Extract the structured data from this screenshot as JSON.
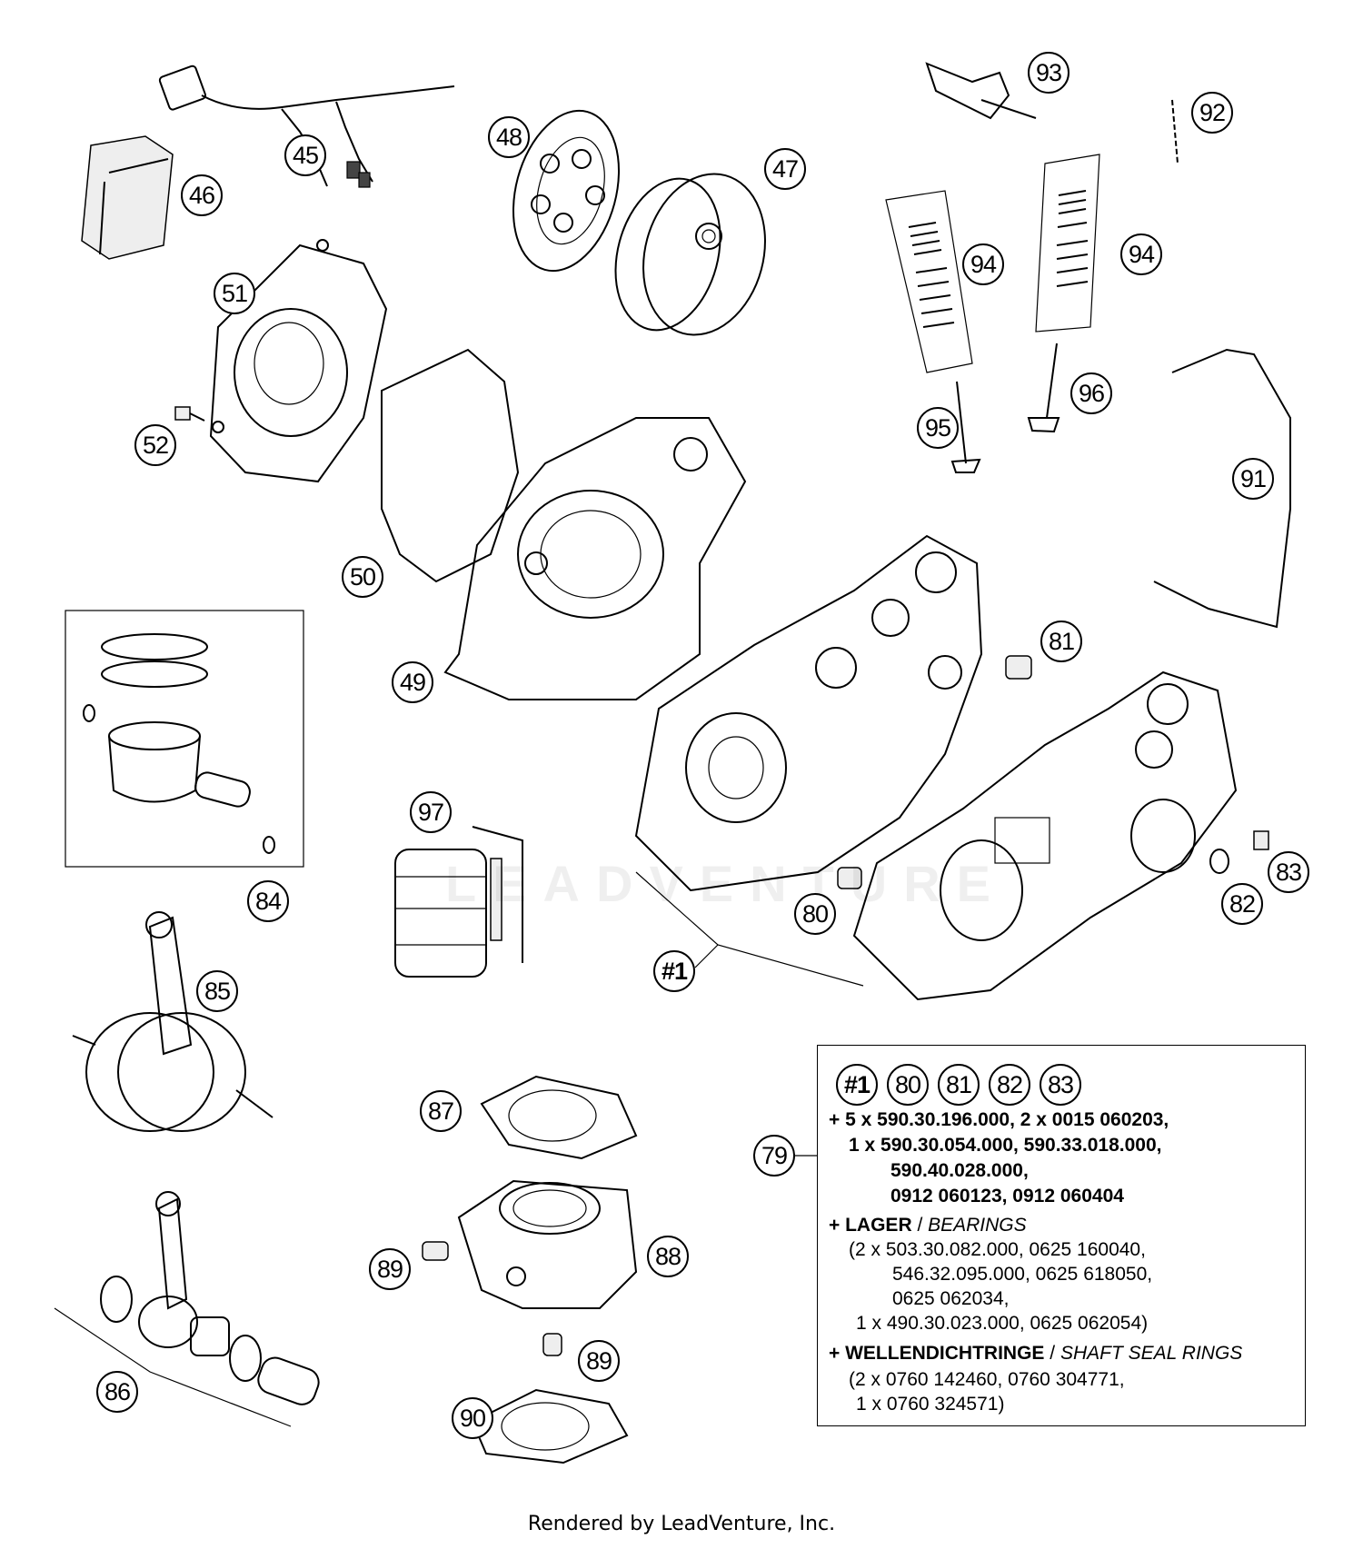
{
  "diagram": {
    "watermark": "LEADVENTURE",
    "callouts": [
      {
        "id": "45",
        "label": "45"
      },
      {
        "id": "46",
        "label": "46"
      },
      {
        "id": "47",
        "label": "47"
      },
      {
        "id": "48",
        "label": "48"
      },
      {
        "id": "49",
        "label": "49"
      },
      {
        "id": "50",
        "label": "50"
      },
      {
        "id": "51",
        "label": "51"
      },
      {
        "id": "52",
        "label": "52"
      },
      {
        "id": "79",
        "label": "79"
      },
      {
        "id": "80",
        "label": "80"
      },
      {
        "id": "81",
        "label": "81"
      },
      {
        "id": "82",
        "label": "82"
      },
      {
        "id": "83",
        "label": "83"
      },
      {
        "id": "84",
        "label": "84"
      },
      {
        "id": "85",
        "label": "85"
      },
      {
        "id": "86",
        "label": "86"
      },
      {
        "id": "87",
        "label": "87"
      },
      {
        "id": "88",
        "label": "88"
      },
      {
        "id": "89a",
        "label": "89"
      },
      {
        "id": "89b",
        "label": "89"
      },
      {
        "id": "90",
        "label": "90"
      },
      {
        "id": "91",
        "label": "91"
      },
      {
        "id": "92",
        "label": "92"
      },
      {
        "id": "93",
        "label": "93"
      },
      {
        "id": "94a",
        "label": "94"
      },
      {
        "id": "94b",
        "label": "94"
      },
      {
        "id": "95",
        "label": "95"
      },
      {
        "id": "96",
        "label": "96"
      },
      {
        "id": "97",
        "label": "97"
      },
      {
        "id": "h1",
        "label": "#1"
      }
    ]
  },
  "legend": {
    "header": [
      "#1",
      "80",
      "81",
      "82",
      "83"
    ],
    "lines": [
      {
        "plus": "+",
        "bold": "5 x 590.30.196.000, 2 x 0015 060203,"
      },
      {
        "bold": "1 x 590.30.054.000, 590.33.018.000,"
      },
      {
        "bold": "590.40.028.000,"
      },
      {
        "bold": "0912 060123, 0912 060404"
      },
      {
        "plus": "+",
        "bold": "LAGER",
        "sep": " / ",
        "italic": "BEARINGS"
      },
      {
        "normal": "(2 x 503.30.082.000, 0625 160040,"
      },
      {
        "normal": "546.32.095.000, 0625 618050,"
      },
      {
        "normal": "0625 062034,"
      },
      {
        "normal": "1 x 490.30.023.000, 0625 062054)"
      },
      {
        "plus": "+",
        "bold": "WELLENDICHTRINGE",
        "sep": " / ",
        "italic": "SHAFT SEAL RINGS"
      },
      {
        "normal": "(2 x 0760 142460, 0760 304771,"
      },
      {
        "normal": "1 x 0760 324571)"
      }
    ]
  },
  "footer": "Rendered by LeadVenture, Inc."
}
